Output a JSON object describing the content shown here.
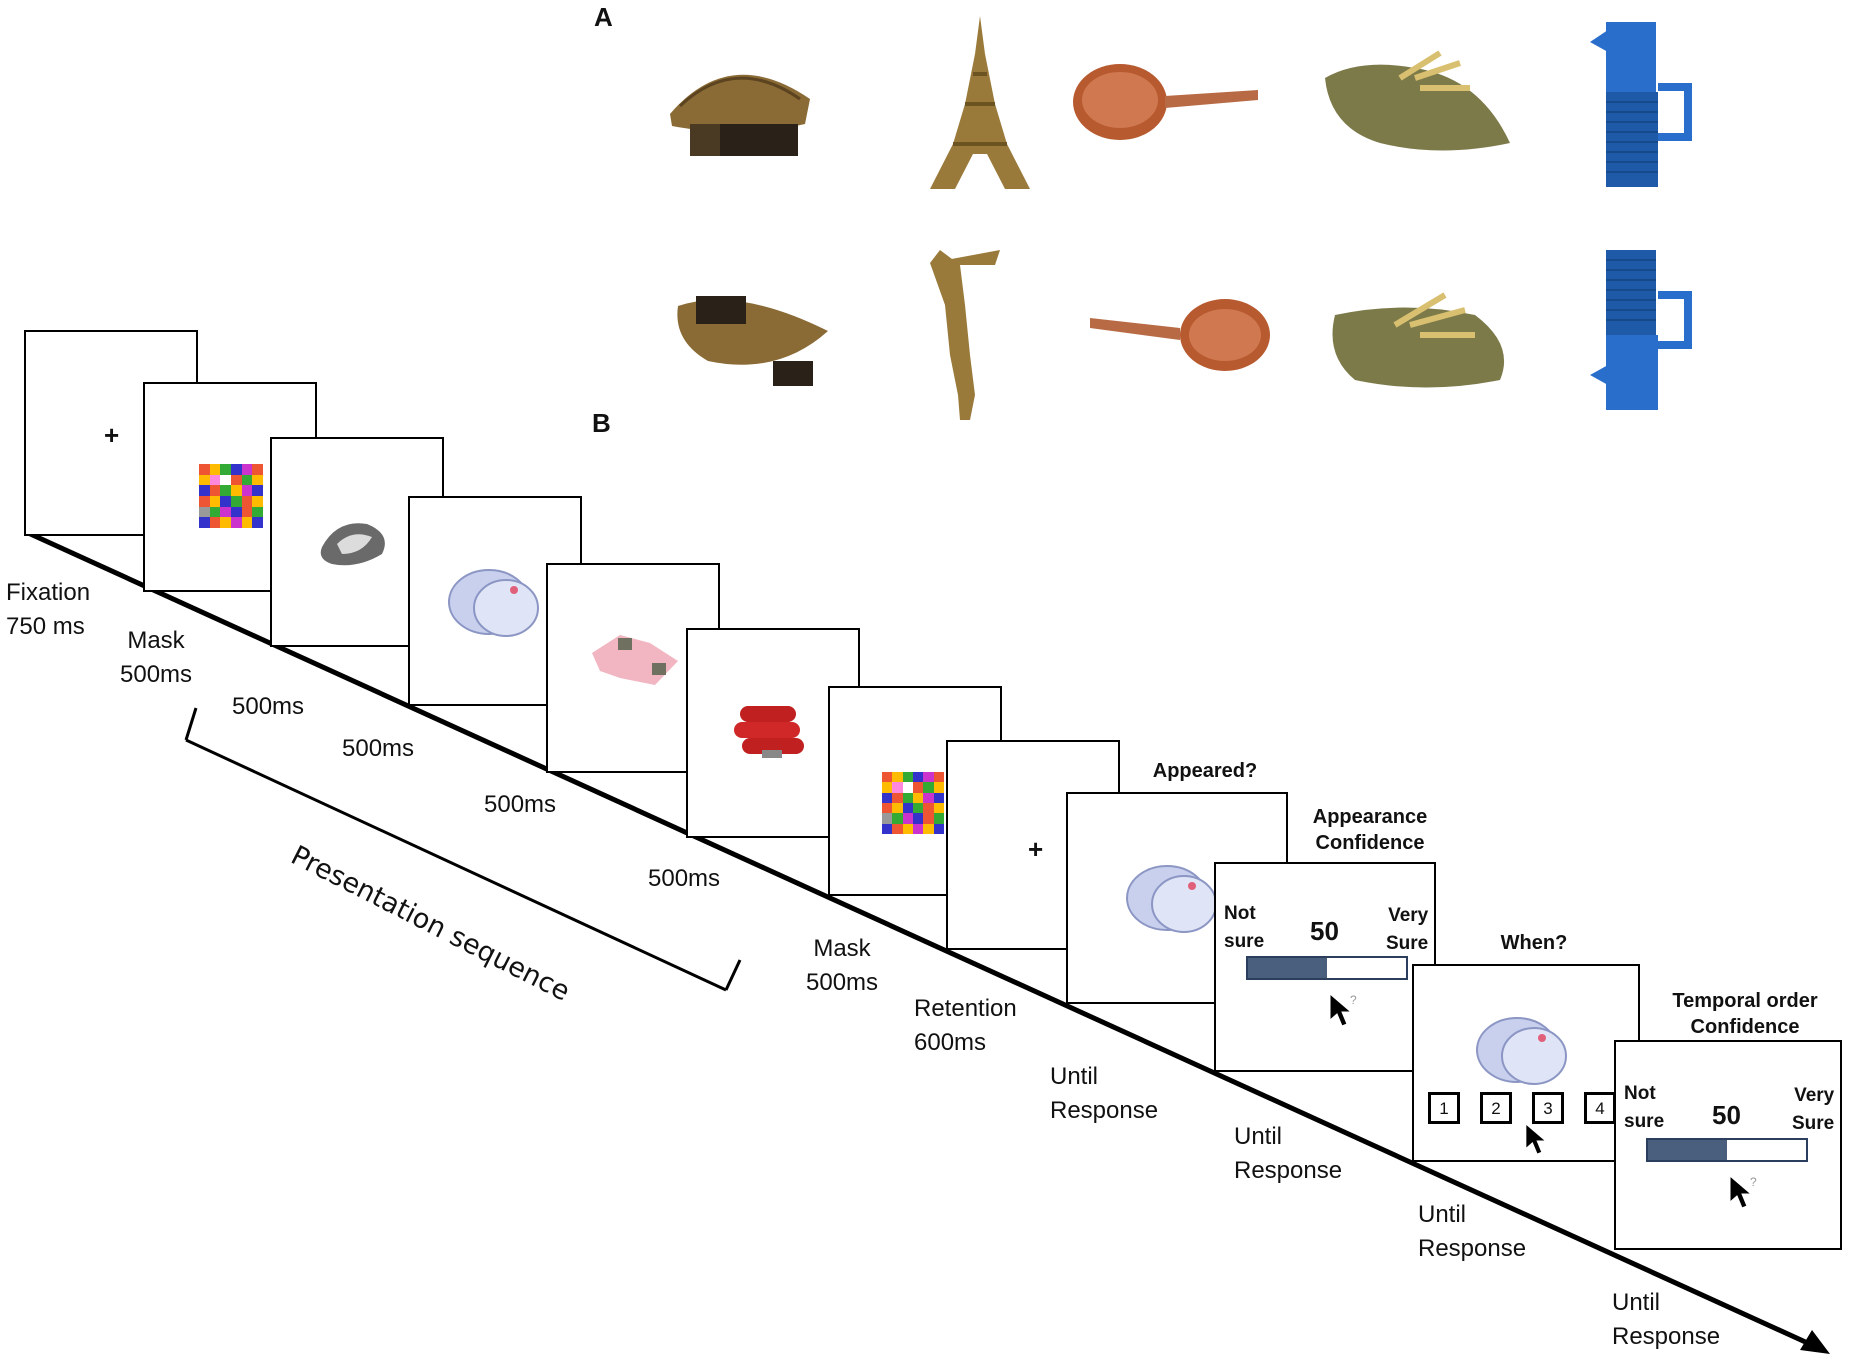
{
  "panels": {
    "a_label": "A",
    "b_label": "B"
  },
  "panel_a": {
    "objects": [
      "hut-icon",
      "eiffel-tower-icon",
      "frying-pan-icon",
      "sack-icon",
      "coffee-pot-icon"
    ],
    "rows": [
      "original",
      "rotated"
    ]
  },
  "sequence": {
    "fixation_symbol": "+",
    "timings": {
      "fixation": "Fixation\n750 ms",
      "mask1": "Mask\n500ms",
      "stim1": "500ms",
      "stim2": "500ms",
      "stim3": "500ms",
      "stim4": "500ms",
      "mask2": "Mask\n500ms",
      "retention": "Retention\n600ms",
      "until1": "Until\nResponse",
      "until2": "Until\nResponse",
      "until3": "Until\nResponse",
      "until4": "Until\nResponse"
    },
    "bracket_label": "Presentation sequence",
    "questions": {
      "appeared": "Appeared?",
      "appearance_confidence": "Appearance\nConfidence",
      "when": "When?",
      "temporal_confidence": "Temporal order\nConfidence"
    },
    "confidence": {
      "not_sure": "Not\nsure",
      "very_sure": "Very\nSure",
      "value": "50",
      "fill_fraction": 0.5
    },
    "order_options": [
      "1",
      "2",
      "3",
      "4"
    ],
    "colors": {
      "bar_fill": "#4a5f7e",
      "bar_border": "#2b3e5c"
    }
  }
}
